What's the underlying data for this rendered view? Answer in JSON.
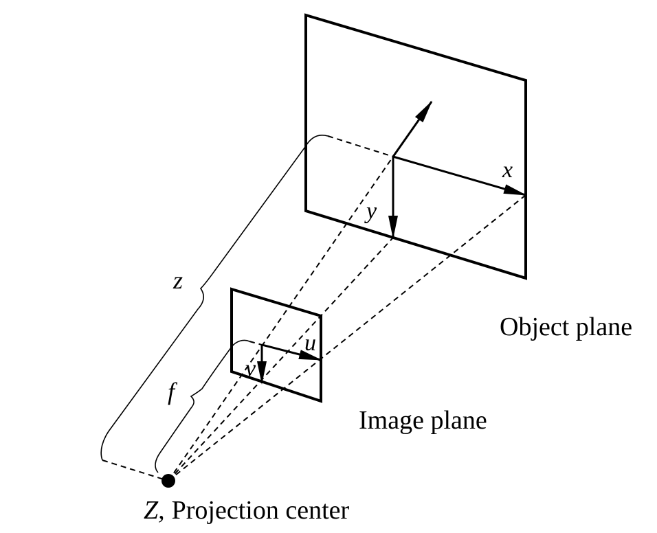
{
  "diagram": {
    "labels": {
      "x_axis": "x",
      "y_axis": "y",
      "u_axis": "u",
      "v_axis": "v",
      "z_distance": "z",
      "f_distance": "f",
      "object_plane": "Object plane",
      "image_plane": "Image plane",
      "center_symbol": "Z,",
      "center_text": "Projection center"
    },
    "colors": {
      "ink": "#000000",
      "background": "#ffffff"
    }
  }
}
